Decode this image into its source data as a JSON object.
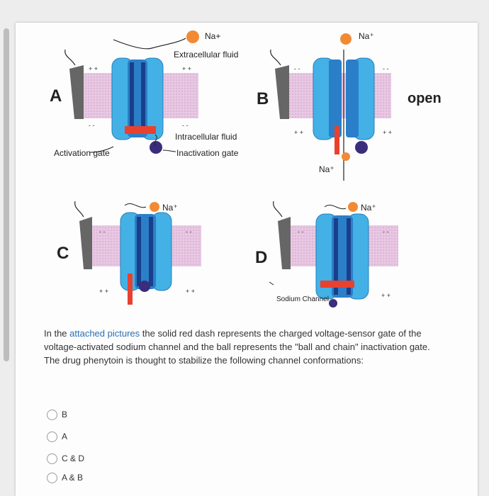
{
  "figure": {
    "na_plus_top": "Na+",
    "na_plus": "Na⁺",
    "extracellular": "Extracellular fluid",
    "intracellular": "Intracellular fluid",
    "inactivation_gate": "Inactivation gate",
    "activation_gate": "Activation gate",
    "label_a": "A",
    "label_b": "B",
    "label_c": "C",
    "label_d": "D",
    "open": "open",
    "sodium_channel": "Sodium Channel",
    "plus": "+ +",
    "minus": "- -"
  },
  "question": {
    "part1": "In the ",
    "link": "attached pictures",
    "part2": " the solid red dash represents the charged voltage-sensor gate of the voltage-activated sodium channel and the ball represents the \"ball and chain\" inactivation gate. The drug phenytoin is thought to stabilize the following channel conformations:"
  },
  "options": [
    {
      "label": "B"
    },
    {
      "label": "A"
    },
    {
      "label": "C & D"
    },
    {
      "label": "A & B"
    }
  ],
  "colors": {
    "membrane": "#e7c6e2",
    "channel": "#43b1e6",
    "channel_dark": "#1a3f8a",
    "red": "#e8412f",
    "orange": "#f28a35",
    "ball": "#3b2d7c"
  }
}
